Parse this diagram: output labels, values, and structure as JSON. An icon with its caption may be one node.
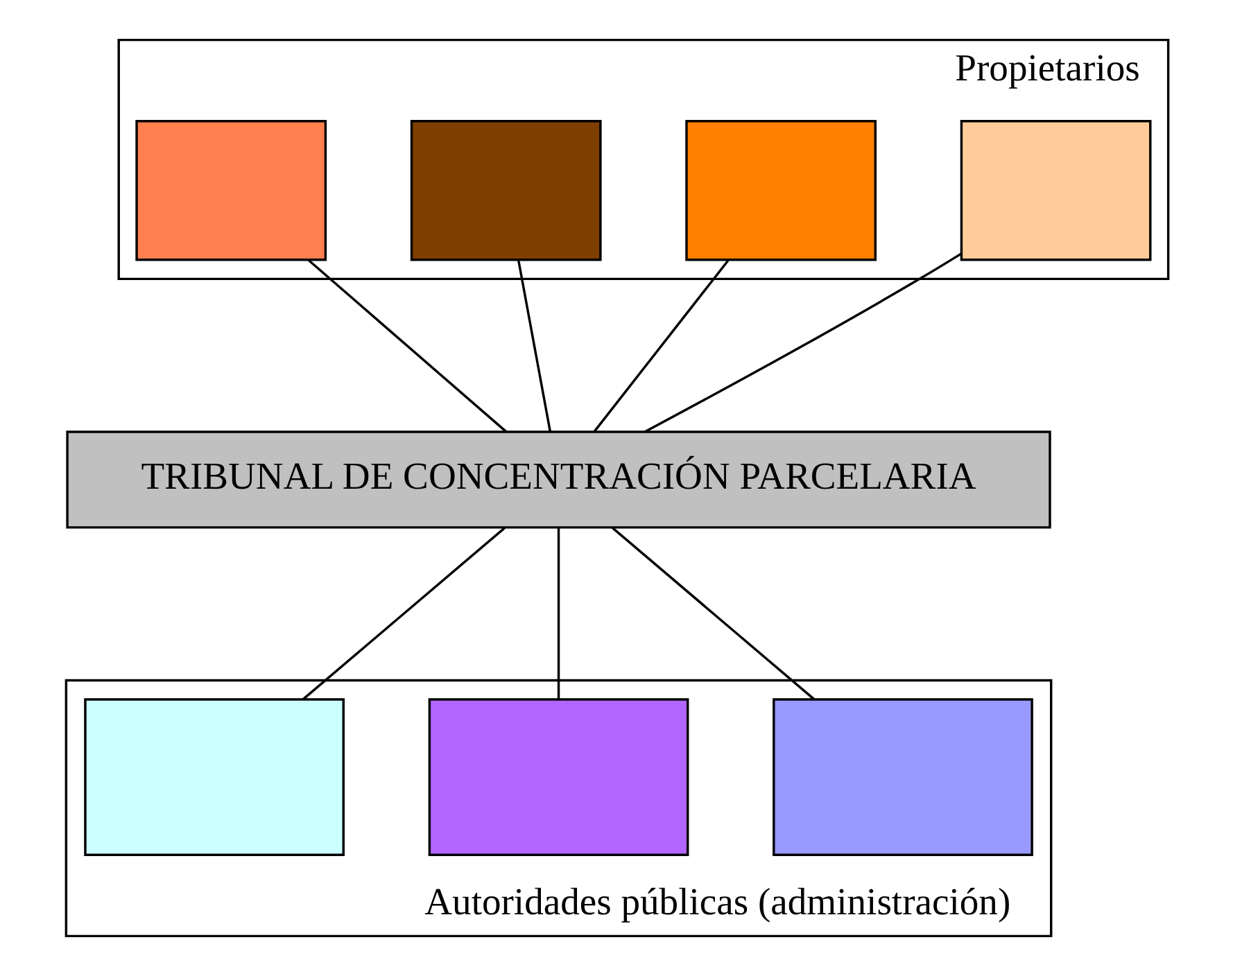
{
  "diagram": {
    "nodes": [
      {
        "text": [
          "Propietarios"
        ]
      },
      {
        "text": [],
        "shape": "box",
        "in": 0
      },
      {
        "text": [],
        "shape": "box",
        "in": 0
      },
      {
        "text": [],
        "shape": "box",
        "in": 0
      },
      {
        "text": [],
        "shape": "box",
        "in": 0
      },
      {
        "text": [
          "TRIBUNAL DE CONCENTRACIÓN PARCELARIA"
        ]
      },
      {
        "text": [
          "Autoridades públicas (administración)"
        ]
      },
      {
        "text": [],
        "shape": "box",
        "in": 6
      },
      {
        "text": [],
        "shape": "box",
        "in": 6
      },
      {
        "text": [],
        "shape": "box",
        "in": 6
      }
    ],
    "edges": [
      {
        "from": 1,
        "to": 5,
        "arrow": "none"
      },
      {
        "from": 2,
        "to": 5,
        "arrow": "none"
      },
      {
        "from": 3,
        "to": 5,
        "arrow": "none"
      },
      {
        "from": 4,
        "to": 5,
        "arrow": "none"
      },
      {
        "from": 5,
        "to": 7,
        "arrow": "none"
      },
      {
        "from": 5,
        "to": 8,
        "arrow": "none"
      },
      {
        "from": 5,
        "to": 9,
        "arrow": "none"
      }
    ]
  }
}
